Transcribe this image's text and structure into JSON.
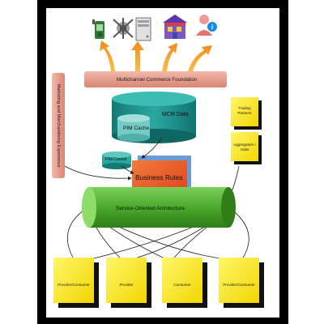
{
  "diagram": {
    "banner_top": "Multichannel Commerce Foundation",
    "banner_side": "Marketing and Merchandising Experience",
    "mcr_data": "MCR Data",
    "pim_cache": "PIM Cache",
    "pim_control": "PIM Control",
    "business_rules": "Business Rules",
    "soa": "Service-Oriented Architecture",
    "trading_partners": "Trading Partners",
    "aggregators_hubs": "Aggregators / Hubs",
    "bottom_boxes": [
      "Provider/Consumer",
      "Provider",
      "Consumer",
      "Provider/Consumer"
    ]
  },
  "colors": {
    "frame": "#000000",
    "banner": "#e8a08f",
    "mcr_cylinder": "#1d8f8a",
    "pim_cache": "#6ec6c2",
    "business_rules": "#f05a22",
    "soa_cylinder": "#58b23a",
    "yellow_box": "#fff200",
    "arrow": "#f5a623"
  },
  "icons": [
    "mobile-phone-icon",
    "network-hub-icon",
    "server-icon",
    "storefront-icon",
    "user-info-icon"
  ]
}
